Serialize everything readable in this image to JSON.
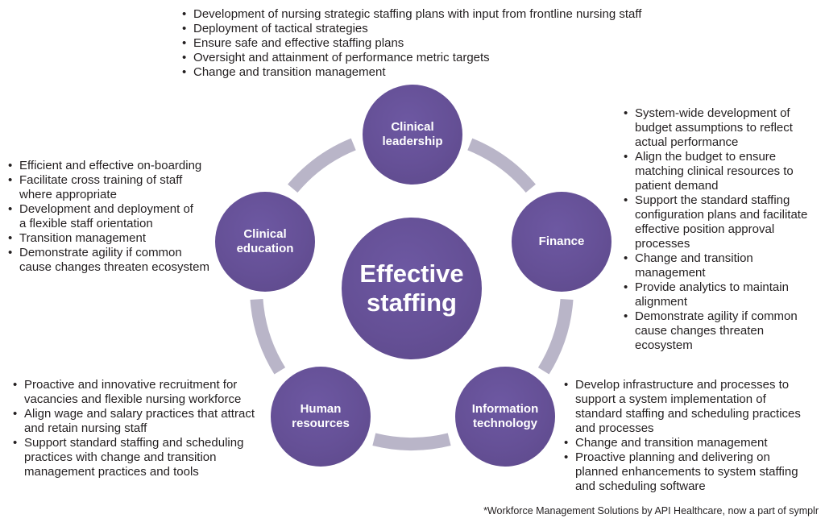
{
  "page": {
    "footnote": "*Workforce Management Solutions by API Healthcare, now a part of symplr"
  },
  "colors": {
    "circle_purple": "#655096",
    "ring_gray_purple": "#b9b5c8",
    "text": "#231f20",
    "circle_text": "#ffffff",
    "background": "#ffffff"
  },
  "hub": {
    "label": "Effective\nstaffing"
  },
  "nodes": [
    {
      "id": "clinical-leadership",
      "label": "Clinical\nleadership"
    },
    {
      "id": "finance",
      "label": "Finance"
    },
    {
      "id": "information-technology",
      "label": "Information\ntechnology"
    },
    {
      "id": "human-resources",
      "label": "Human\nresources"
    },
    {
      "id": "clinical-education",
      "label": "Clinical\neducation"
    }
  ],
  "bullet_groups": {
    "clinical_leadership": {
      "items": [
        "Development of nursing strategic staffing plans with input from frontline nursing staff",
        "Deployment of tactical strategies",
        "Ensure safe and effective staffing plans",
        "Oversight and attainment of performance metric targets",
        "Change and transition management"
      ]
    },
    "clinical_education": {
      "items": [
        "Efficient and effective on-boarding",
        "Facilitate cross training of staff\nwhere appropriate",
        "Development and deployment of\na flexible staff orientation",
        "Transition management",
        "Demonstrate agility if common\ncause changes threaten ecosystem"
      ]
    },
    "finance": {
      "items": [
        "System-wide development of\nbudget assumptions to reflect\nactual performance",
        "Align the budget to ensure\nmatching clinical resources to\npatient demand",
        "Support the standard staffing\nconfiguration plans and facilitate\neffective position approval\nprocesses",
        "Change and transition\nmanagement",
        "Provide analytics to maintain\nalignment",
        "Demonstrate agility if common\ncause changes threaten\necosystem"
      ]
    },
    "human_resources": {
      "items": [
        "Proactive and innovative recruitment for\nvacancies and flexible nursing workforce",
        "Align wage and salary practices that attract\nand retain nursing staff",
        "Support standard staffing and scheduling\npractices with change and transition\nmanagement practices and tools"
      ]
    },
    "information_technology": {
      "items": [
        "Develop infrastructure and processes to\nsupport a system implementation of\nstandard staffing and scheduling practices\nand processes",
        "Change and transition management",
        "Proactive planning and delivering on\nplanned enhancements to system staffing\nand scheduling software"
      ]
    }
  }
}
